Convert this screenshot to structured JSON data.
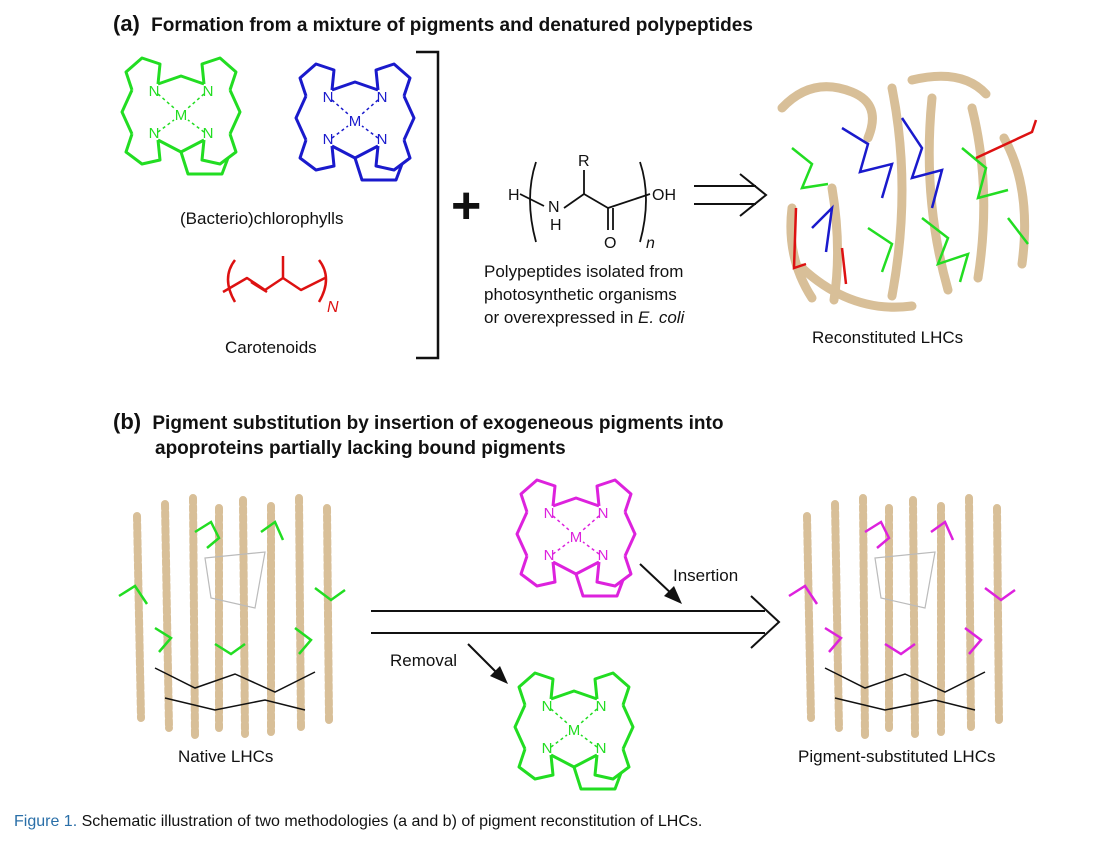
{
  "panel_a": {
    "tag": "(a)",
    "title": "Formation from a mixture of pigments and denatured polypeptides",
    "pigments": {
      "bchl_label": "(Bacterio)chlorophylls",
      "carotenoid_label": "Carotenoids",
      "carotenoid_repeat": "N"
    },
    "plus": "+",
    "peptide": {
      "h": "H",
      "nh_n": "N",
      "nh_h": "H",
      "r": "R",
      "oh": "OH",
      "o": "O",
      "n": "n",
      "desc_line1": "Polypeptides isolated from",
      "desc_line2": "photosynthetic organisms",
      "desc_line3_prefix": "or overexpressed in ",
      "desc_line3_italic": "E. coli"
    },
    "product_label": "Reconstituted LHCs"
  },
  "panel_b": {
    "tag": "(b)",
    "title_line1": "Pigment substitution by insertion of exogeneous pigments into",
    "title_line2": "apoproteins partially lacking bound pigments",
    "native_label": "Native LHCs",
    "substituted_label": "Pigment-substituted LHCs",
    "insertion_label": "Insertion",
    "removal_label": "Removal"
  },
  "porphyrin_atoms": {
    "n": "N",
    "m": "M"
  },
  "caption": {
    "figure_number": "Figure 1.",
    "text": " Schematic illustration of two methodologies (a and b) of pigment reconstitution of LHCs."
  },
  "colors": {
    "bchl_green": "#22dd22",
    "bchl_blue": "#1a1acc",
    "carotenoid_red": "#dd1111",
    "inserted_magenta": "#dd22dd",
    "protein_tan": "#d8bf98",
    "caption_blue": "#2a6fa8"
  }
}
